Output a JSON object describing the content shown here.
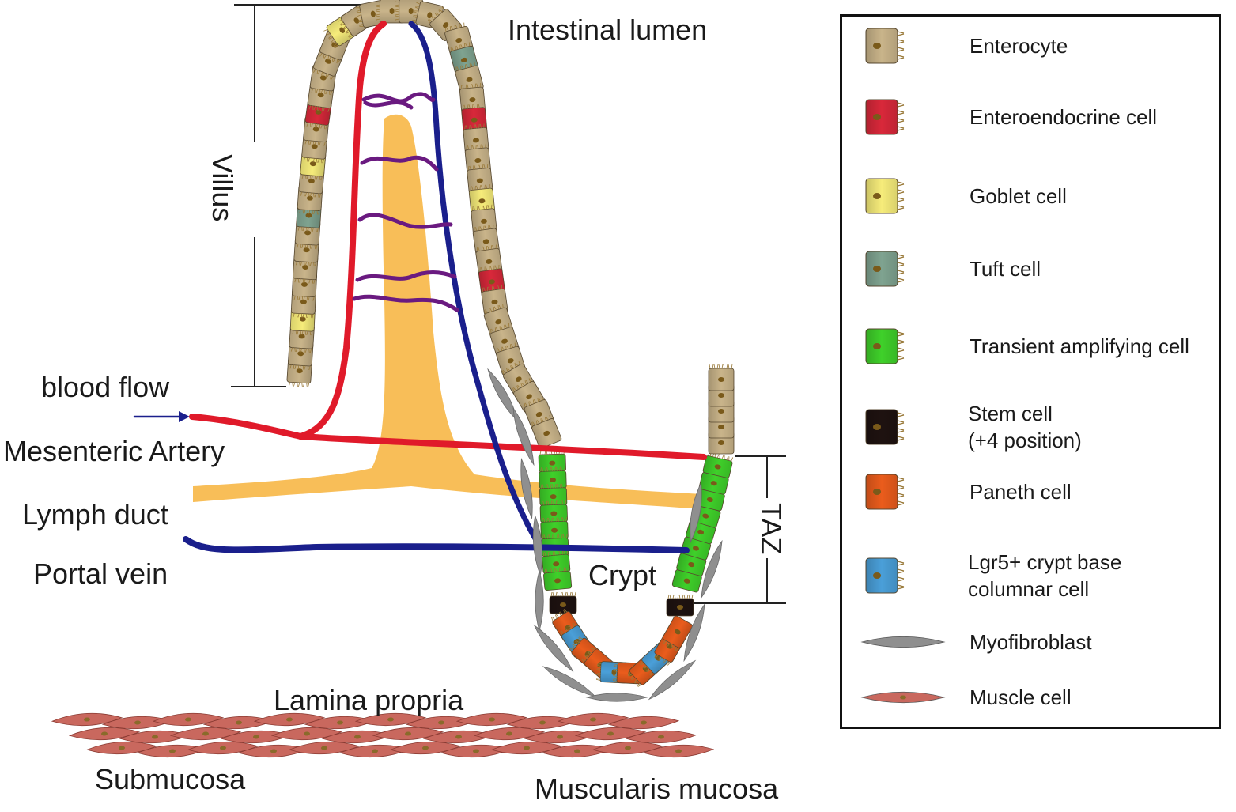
{
  "labels": {
    "intestinal_lumen": "Intestinal lumen",
    "villus": "Villus",
    "blood_flow": "blood flow",
    "mesenteric_artery": "Mesenteric Artery",
    "lymph_duct": "Lymph duct",
    "portal_vein": "Portal vein",
    "crypt": "Crypt",
    "taz": "TAZ",
    "lamina_propria": "Lamina propria",
    "submucosa": "Submucosa",
    "muscularis_mucosa": "Muscularis mucosa"
  },
  "legend": [
    {
      "label": "Enterocyte",
      "color": "#c9b48a",
      "shape": "cell"
    },
    {
      "label": "Enteroendocrine cell",
      "color": "#d8283a",
      "shape": "cell"
    },
    {
      "label": "Goblet cell",
      "color": "#f6ec7a",
      "shape": "cell"
    },
    {
      "label": "Tuft cell",
      "color": "#7fa390",
      "shape": "cell"
    },
    {
      "label": "Transient amplifying cell",
      "color": "#3fd02a",
      "shape": "cell"
    },
    {
      "label": "Stem cell\n(+4 position)",
      "color": "#1e1210",
      "shape": "cell"
    },
    {
      "label": "Paneth cell",
      "color": "#ea5c1c",
      "shape": "cell"
    },
    {
      "label": "Lgr5+ crypt base\ncolumnar cell",
      "color": "#4a9fd8",
      "shape": "cell"
    },
    {
      "label": "Myofibroblast",
      "color": "#8f8f8f",
      "shape": "spindle"
    },
    {
      "label": "Muscle cell",
      "color": "#c9685e",
      "shape": "spindle"
    }
  ],
  "colors": {
    "artery": "#e01a2a",
    "vein": "#1a1f8c",
    "capillary": "#6a1a80",
    "lymph": "#f7b84a",
    "enterocyte": "#c9b48a",
    "myofibroblast": "#8f8f8f",
    "muscle": "#c9685e"
  }
}
